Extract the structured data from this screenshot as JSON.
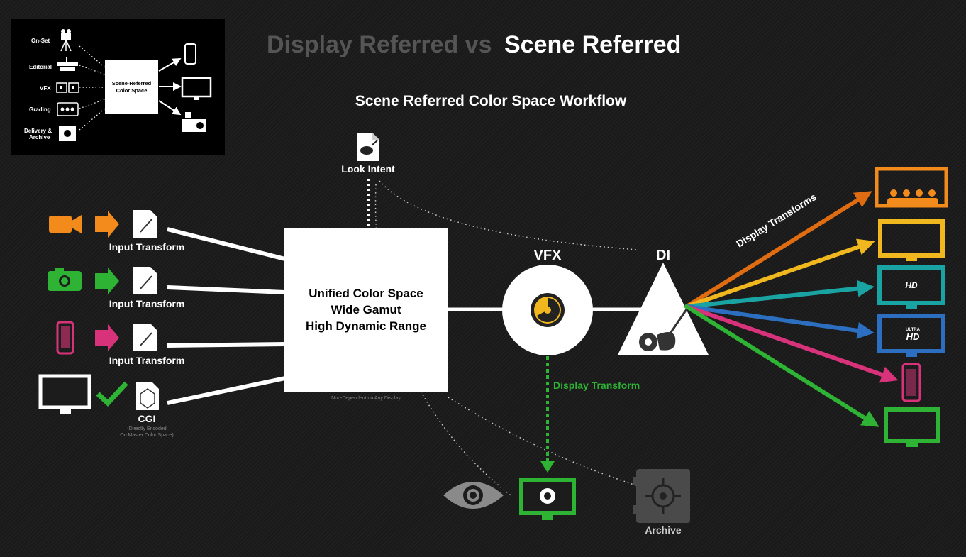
{
  "title": {
    "part1": "Display Referred vs",
    "part2": "Scene Referred"
  },
  "subtitle": "Scene Referred Color Space Workflow",
  "inset": {
    "labels": [
      "On-Set",
      "Editorial",
      "VFX",
      "Grading",
      "Delivery &",
      "Archive"
    ],
    "box_line1": "Scene-Referred",
    "box_line2": "Color Space"
  },
  "look_intent": "Look Intent",
  "inputs": {
    "input_transform": "Input Transform",
    "cgi": "CGI",
    "cgi_note1": "(Directly Encoded",
    "cgi_note2": "On Master Color Space)"
  },
  "center_box": {
    "line1": "Unified Color Space",
    "line2": "Wide Gamut",
    "line3": "High Dynamic Range",
    "note": "Non-Dependent on Any Display"
  },
  "vfx": "VFX",
  "di": "DI",
  "display_transforms": "Display Transforms",
  "display_transform": "Display Transform",
  "archive": "Archive",
  "badges": {
    "hd": "HD",
    "ultra": "ULTRA",
    "uhd": "HD"
  },
  "colors": {
    "orange": "#f28a1c",
    "green": "#2fb335",
    "magenta": "#d8337a",
    "yellow": "#f0b81e",
    "teal": "#1aa3a3",
    "blue": "#2c6fc0",
    "deep_orange": "#e06c12"
  }
}
